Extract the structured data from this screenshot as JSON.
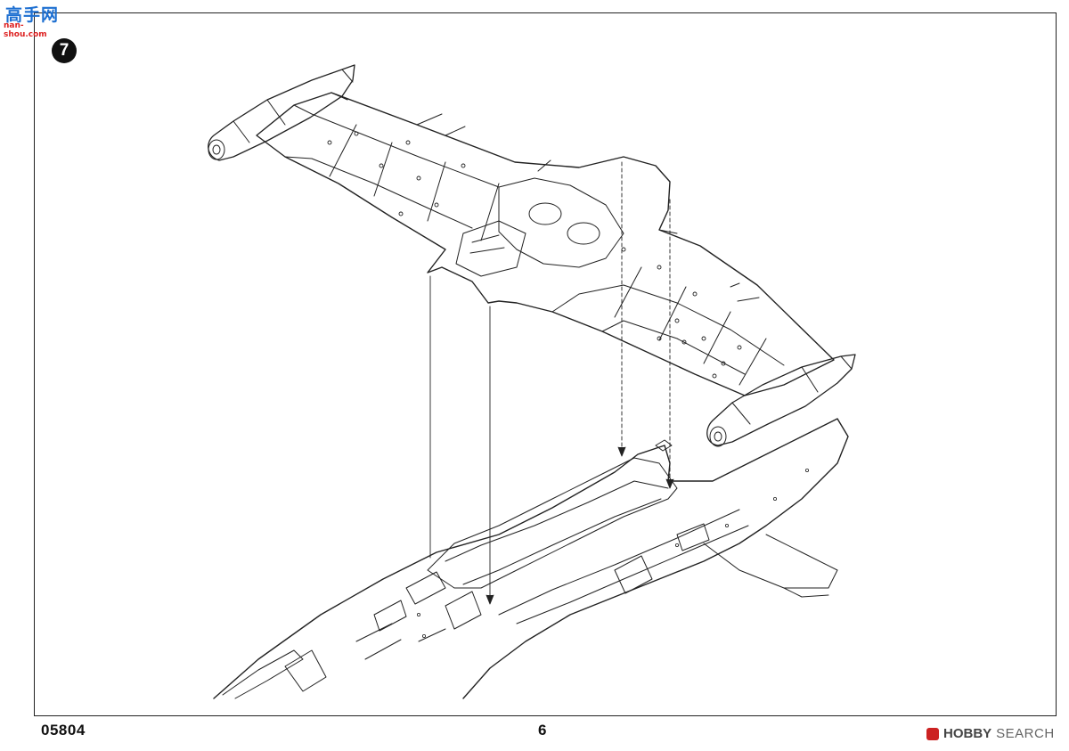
{
  "step_number": "7",
  "footer": {
    "part_number": "05804",
    "page_number": "6"
  },
  "watermark_top": {
    "chinese": "高手网",
    "url": "nan-shou.com"
  },
  "watermark_bottom": {
    "brand": "HOBBY",
    "suffix": "SEARCH"
  }
}
